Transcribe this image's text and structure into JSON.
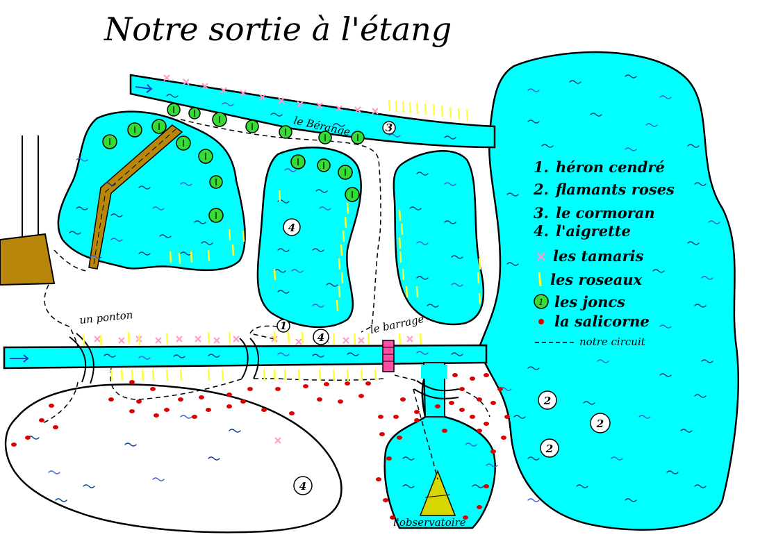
{
  "title": "Notre sortie à l'étang",
  "legend": {
    "items": [
      {
        "marker": "1.",
        "label": "héron cendré"
      },
      {
        "marker": "2.",
        "label": "flamants roses"
      },
      {
        "marker": "3.",
        "label": "le cormoran"
      },
      {
        "marker": "4.",
        "label": "l'aigrette"
      },
      {
        "marker": "×",
        "label": "les tamaris"
      },
      {
        "marker": "|",
        "label": "les roseaux"
      },
      {
        "marker": "1",
        "label": "les joncs"
      },
      {
        "marker": "•",
        "label": "la salicorne"
      },
      {
        "marker": "-----",
        "label": "notre circuit"
      }
    ]
  },
  "labels": {
    "berange": "le Bérange",
    "ponton": "un ponton",
    "barrage": "le barrage",
    "observatoire": "l'observatoire"
  },
  "bird_markers": {
    "heron": "1",
    "flamant": "2",
    "cormoran": "3",
    "aigrette": "4"
  },
  "colors": {
    "water": "#00ffff",
    "reeds": "#ffff33",
    "tamaris": "#ff99cc",
    "joncs": "#33dd33",
    "salicorne": "#dd0000",
    "boardwalk": "#b8860b",
    "observatory": "#d6d600",
    "barrage": "#ff4da6"
  }
}
